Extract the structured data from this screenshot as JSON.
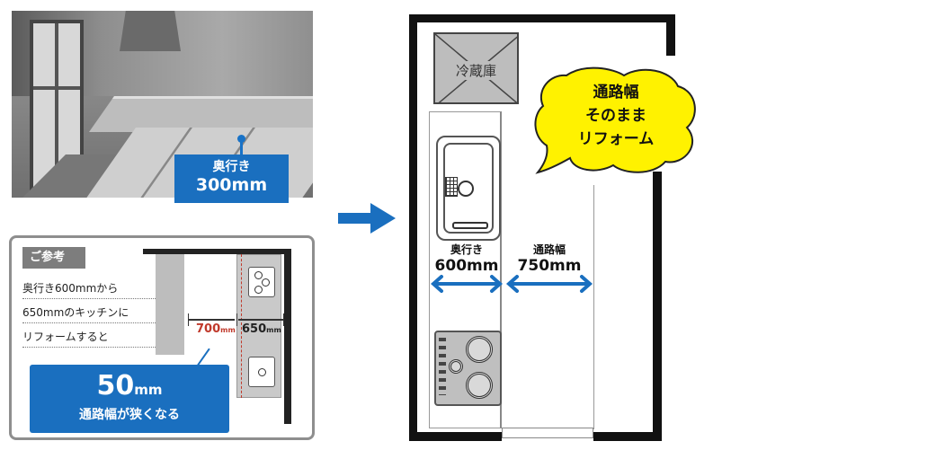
{
  "photo": {
    "label_depth": "奥行き",
    "label_value": "300mm"
  },
  "reference": {
    "tag": "ご参考",
    "lines": [
      "奥行き600mmから",
      "650mmのキッチンに",
      "リフォームすると"
    ],
    "dim_red_value": "700",
    "dim_black_value": "650",
    "unit": "mm",
    "callout_value": "50",
    "callout_unit": "mm",
    "callout_text": "通路幅が狭くなる"
  },
  "plan": {
    "fridge_label": "冷蔵庫",
    "depth_label": "奥行き",
    "depth_value": "600mm",
    "aisle_label": "通路幅",
    "aisle_value": "750mm",
    "bubble_lines": [
      "通路幅",
      "そのまま",
      "リフォーム"
    ]
  },
  "colors": {
    "accent_blue": "#1a6fbf",
    "dim_red": "#c0392b",
    "bubble_yellow": "#fff200"
  }
}
